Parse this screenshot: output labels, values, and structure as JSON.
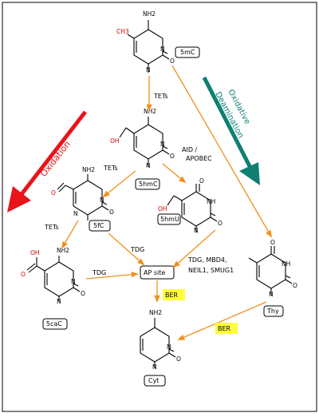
{
  "molecules": {
    "mc5": {
      "label": "5mC",
      "substituent": "CH3",
      "amine": "NH2"
    },
    "hmc5": {
      "label": "5hmC",
      "substituent": "OH",
      "amine": "NH2"
    },
    "fc5": {
      "label": "5fC",
      "substituent": "O",
      "amine": "NH2"
    },
    "cac5": {
      "label": "5caC",
      "substituent_o1": "OH",
      "substituent_o2": "O",
      "amine": "NH2"
    },
    "hmu5": {
      "label": "5hmU",
      "substituent": "OH",
      "carbonyl": "O",
      "nh": "NH"
    },
    "thy": {
      "label": "Thy",
      "carbonyl": "O",
      "nh": "NH"
    },
    "cyt": {
      "label": "Cyt",
      "amine": "NH2"
    }
  },
  "atoms": {
    "n": "N",
    "o": "O",
    "h": "H"
  },
  "nodes": {
    "ap_site": "AP site"
  },
  "enzymes": {
    "tets_1": "TETs",
    "tets_2": "TETs",
    "tets_3": "TETs",
    "aid_line1": "AID /",
    "aid_line2": "APOBEC",
    "tdg_1": "TDG",
    "tdg_2": "TDG",
    "tdg_group_line1": "TDG, MBD4,",
    "tdg_group_line2": "NEIL1, SMUG1"
  },
  "badges": {
    "ber_1": "BER",
    "ber_2": "BER"
  },
  "processes": {
    "oxidation": "Oxidation",
    "oxidative_line1": "Oxidative",
    "oxidative_line2": "Deamination"
  },
  "colors": {
    "flow_arrow": "#f0901e",
    "oxidation": "#e8141a",
    "deamination": "#0e7f72",
    "ber_highlight": "#ffff3a",
    "substituent": "#cc0000"
  }
}
